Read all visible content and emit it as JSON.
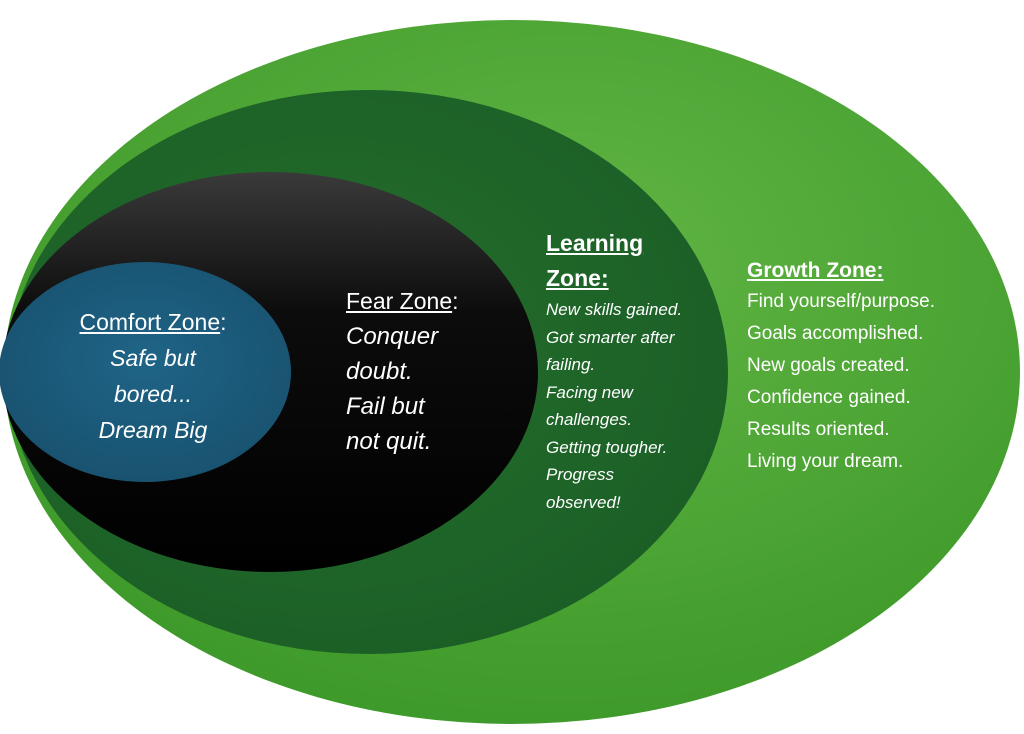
{
  "colors": {
    "growth_zone": "#4ea832",
    "learning_zone": "#1f6a2a",
    "fear_zone": "#111111",
    "comfort_zone": "#1c5a7a",
    "text": "#ffffff"
  },
  "zones": {
    "comfort": {
      "title": "Comfort Zone",
      "colon": ":",
      "lines": [
        "Safe but",
        "bored...",
        "Dream Big"
      ]
    },
    "fear": {
      "title": "Fear Zone",
      "colon": ":",
      "lines": [
        "Conquer",
        "doubt.",
        "Fail but",
        "not quit."
      ]
    },
    "learning": {
      "title_lines": [
        "Learning",
        "Zone:"
      ],
      "lines": [
        "New skills gained.",
        "Got smarter after",
        "failing.",
        "Facing new",
        "challenges.",
        "Getting tougher.",
        "Progress",
        "observed!"
      ]
    },
    "growth": {
      "title": "Growth Zone:",
      "lines": [
        "Find yourself/purpose.",
        "Goals accomplished.",
        "New goals created.",
        "Confidence gained.",
        "Results oriented.",
        "Living your dream."
      ]
    }
  }
}
